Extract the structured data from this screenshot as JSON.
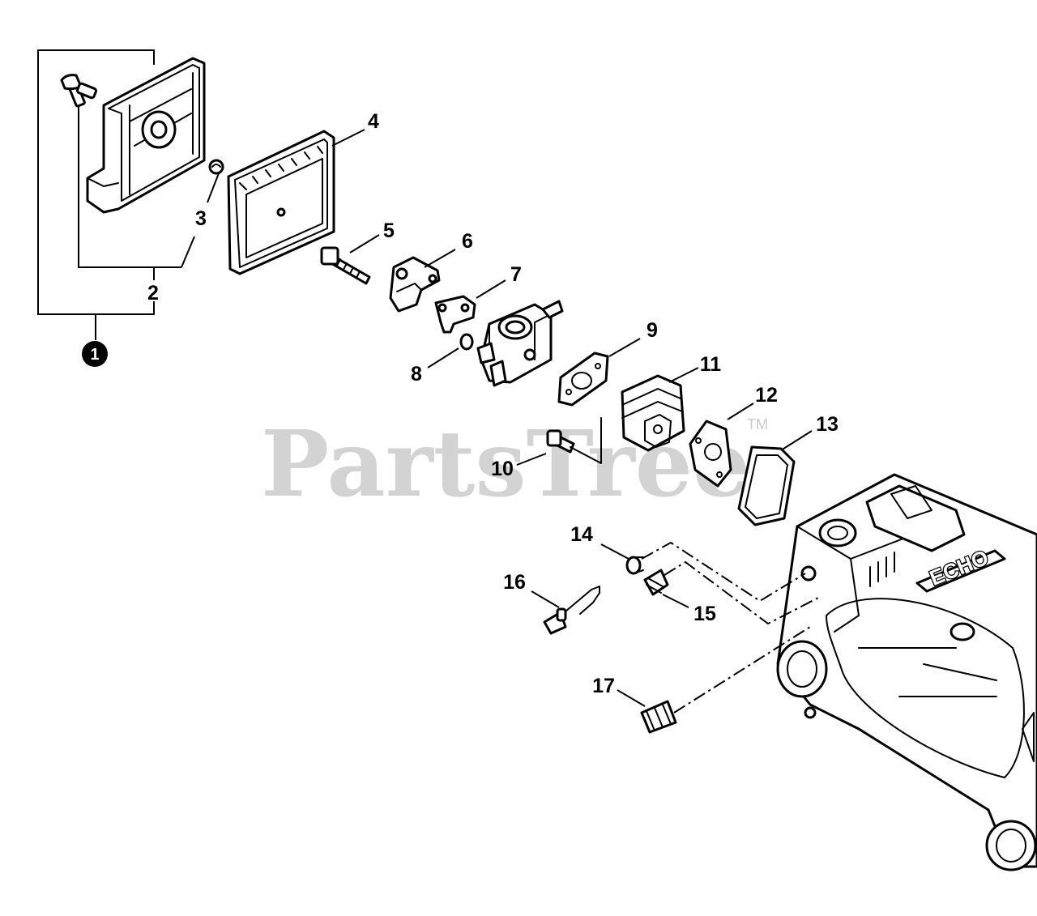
{
  "watermark": {
    "text": "PartsTree",
    "tm": "TM"
  },
  "assembly_badge": "1",
  "casting_text": "ECHO",
  "callouts": {
    "c2": "2",
    "c3": "3",
    "c4": "4",
    "c5": "5",
    "c6": "6",
    "c7": "7",
    "c8": "8",
    "c9": "9",
    "c10": "10",
    "c11": "11",
    "c12": "12",
    "c13": "13",
    "c14": "14",
    "c15": "15",
    "c16": "16",
    "c17": "17"
  }
}
